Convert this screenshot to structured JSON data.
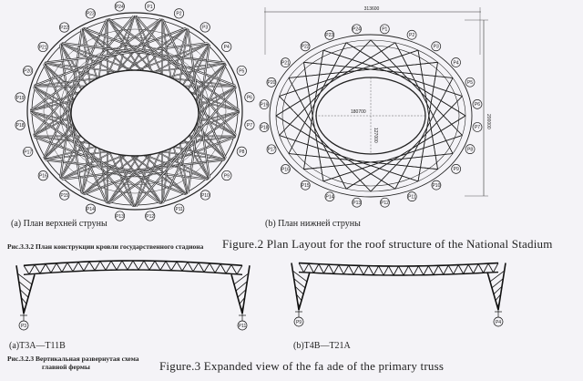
{
  "plan_upper": {
    "caption": "(а) План верхней струны",
    "node_labels": [
      "P1",
      "P2",
      "P3",
      "P4",
      "P5",
      "P6",
      "P7",
      "P8",
      "P9",
      "P10",
      "P11",
      "P12",
      "P13",
      "P14",
      "P15",
      "P16",
      "P17",
      "P18",
      "P19",
      "P20",
      "P21",
      "P22",
      "P23",
      "P24"
    ]
  },
  "plan_lower": {
    "caption": "(b)  План нижней струны",
    "dim_top": "313600",
    "dim_inner_h": "180700",
    "dim_inner_v": "127000",
    "dim_right": "200000",
    "node_labels": [
      "P1",
      "P2",
      "P3",
      "P4",
      "P5",
      "P6",
      "P7",
      "P8",
      "P9",
      "P10",
      "P11",
      "P12",
      "P13",
      "P14",
      "P15",
      "P16",
      "P17",
      "P18",
      "P19",
      "P20",
      "P21",
      "P22",
      "P23",
      "P24"
    ]
  },
  "fig2": {
    "ru_caption": "Рис.3.3.2   План конструкции кровли государственного стадиона",
    "en_caption": "Figure.2  Plan Layout for the roof structure of the National Stadium"
  },
  "truss_a": {
    "caption": "(a)T3A—T11B",
    "left_support": "P3",
    "right_support": "P11"
  },
  "truss_b": {
    "caption": "(b)T4B—T21A",
    "left_support": "P9",
    "right_support": "P4"
  },
  "fig3": {
    "ru_caption_line1": "Рис.3.2.3    Вертикальная развернутая схема",
    "ru_caption_line2": "главной фермы",
    "en_caption": "Figure.3    Expanded view of the fa    ade of the primary truss"
  }
}
